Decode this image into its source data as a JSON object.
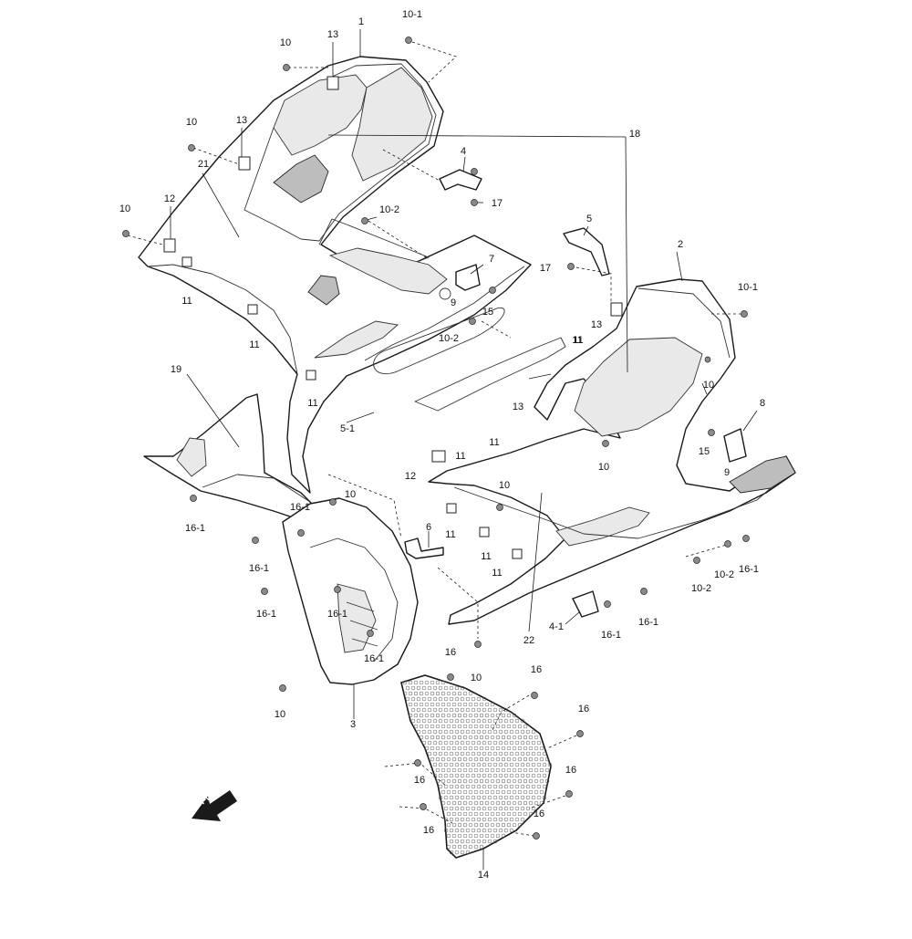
{
  "diagram": {
    "callouts": [
      {
        "id": "c1",
        "text": "1"
      },
      {
        "id": "c2",
        "text": "2"
      },
      {
        "id": "c3",
        "text": "3"
      },
      {
        "id": "c4",
        "text": "4"
      },
      {
        "id": "c4-1",
        "text": "4-1"
      },
      {
        "id": "c5",
        "text": "5"
      },
      {
        "id": "c5-1",
        "text": "5-1"
      },
      {
        "id": "c6",
        "text": "6"
      },
      {
        "id": "c7",
        "text": "7"
      },
      {
        "id": "c8",
        "text": "8"
      },
      {
        "id": "c9a",
        "text": "9"
      },
      {
        "id": "c9b",
        "text": "9"
      },
      {
        "id": "c10a",
        "text": "10"
      },
      {
        "id": "c10b",
        "text": "10"
      },
      {
        "id": "c10c",
        "text": "10"
      },
      {
        "id": "c10d",
        "text": "10"
      },
      {
        "id": "c10e",
        "text": "10"
      },
      {
        "id": "c10f",
        "text": "10"
      },
      {
        "id": "c10g",
        "text": "10"
      },
      {
        "id": "c10h",
        "text": "10"
      },
      {
        "id": "c10i",
        "text": "10"
      },
      {
        "id": "c10-1a",
        "text": "10-1"
      },
      {
        "id": "c10-1b",
        "text": "10-1"
      },
      {
        "id": "c10-2a",
        "text": "10-2"
      },
      {
        "id": "c10-2b",
        "text": "10-2"
      },
      {
        "id": "c10-2c",
        "text": "10-2"
      },
      {
        "id": "c10-2d",
        "text": "10-2"
      },
      {
        "id": "c11a",
        "text": "11"
      },
      {
        "id": "c11b",
        "text": "11"
      },
      {
        "id": "c11c",
        "text": "11"
      },
      {
        "id": "c11d",
        "text": "11"
      },
      {
        "id": "c11e",
        "text": "11"
      },
      {
        "id": "c11f",
        "text": "11"
      },
      {
        "id": "c11g",
        "text": "11"
      },
      {
        "id": "c11h",
        "text": "11"
      },
      {
        "id": "c11i",
        "text": "11"
      },
      {
        "id": "c11j",
        "text": "11"
      },
      {
        "id": "c12a",
        "text": "12"
      },
      {
        "id": "c12b",
        "text": "12"
      },
      {
        "id": "c13a",
        "text": "13"
      },
      {
        "id": "c13b",
        "text": "13"
      },
      {
        "id": "c13c",
        "text": "13"
      },
      {
        "id": "c13d",
        "text": "13"
      },
      {
        "id": "c14",
        "text": "14"
      },
      {
        "id": "c15a",
        "text": "15"
      },
      {
        "id": "c15b",
        "text": "15"
      },
      {
        "id": "c16a",
        "text": "16"
      },
      {
        "id": "c16b",
        "text": "16"
      },
      {
        "id": "c16c",
        "text": "16"
      },
      {
        "id": "c16d",
        "text": "16"
      },
      {
        "id": "c16e",
        "text": "16"
      },
      {
        "id": "c16f",
        "text": "16"
      },
      {
        "id": "c16g",
        "text": "16"
      },
      {
        "id": "c16-1a",
        "text": "16-1"
      },
      {
        "id": "c16-1b",
        "text": "16-1"
      },
      {
        "id": "c16-1c",
        "text": "16-1"
      },
      {
        "id": "c16-1d",
        "text": "16-1"
      },
      {
        "id": "c16-1e",
        "text": "16-1"
      },
      {
        "id": "c16-1f",
        "text": "16-1"
      },
      {
        "id": "c16-1g",
        "text": "16-1"
      },
      {
        "id": "c16-1h",
        "text": "16-1"
      },
      {
        "id": "c16-1i",
        "text": "16-1"
      },
      {
        "id": "c17a",
        "text": "17"
      },
      {
        "id": "c17b",
        "text": "17"
      },
      {
        "id": "c18",
        "text": "18"
      },
      {
        "id": "c19",
        "text": "19"
      },
      {
        "id": "c21",
        "text": "21"
      },
      {
        "id": "c22",
        "text": "22"
      }
    ],
    "forward_badge": {
      "text": "FWD"
    }
  }
}
